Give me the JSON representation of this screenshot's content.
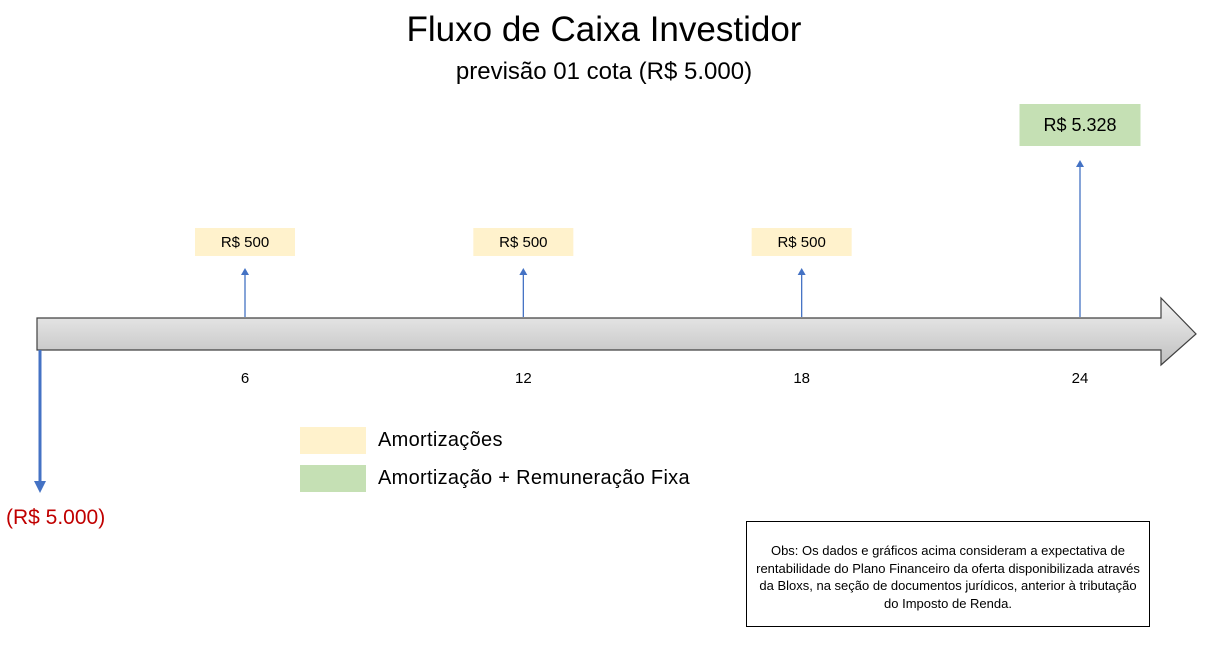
{
  "title": "Fluxo de Caixa Investidor",
  "subtitle": "previsão 01 cota (R$ 5.000)",
  "colors": {
    "amortization": "#fff2cc",
    "amortization_fixed": "#c5e0b4",
    "inflow_arrow": "#4472c4",
    "outflow_arrow": "#4472c4",
    "outflow_text": "#c00000",
    "timeline_fill": "#d9d9d9",
    "timeline_stroke": "#404040"
  },
  "initial_investment": {
    "label": "(R$ 5.000)",
    "period": 0,
    "value": -5000
  },
  "cash_flows": [
    {
      "period": 6,
      "label": "R$ 500",
      "value": 500,
      "type": "amortization"
    },
    {
      "period": 12,
      "label": "R$ 500",
      "value": 500,
      "type": "amortization"
    },
    {
      "period": 18,
      "label": "R$ 500",
      "value": 500,
      "type": "amortization"
    },
    {
      "period": 24,
      "label": "R$ 5.328",
      "value": 5328,
      "type": "amortization_fixed"
    }
  ],
  "ticks": [
    "6",
    "12",
    "18",
    "24"
  ],
  "legend": [
    {
      "key": "amortization",
      "label": "Amortizações"
    },
    {
      "key": "amortization_fixed",
      "label": "Amortização + Remuneração Fixa"
    }
  ],
  "note": "Obs: Os dados e gráficos acima consideram a expectativa de rentabilidade do Plano Financeiro da oferta disponibilizada através da Bloxs, na seção de documentos jurídicos, anterior à tributação do Imposto de Renda."
}
